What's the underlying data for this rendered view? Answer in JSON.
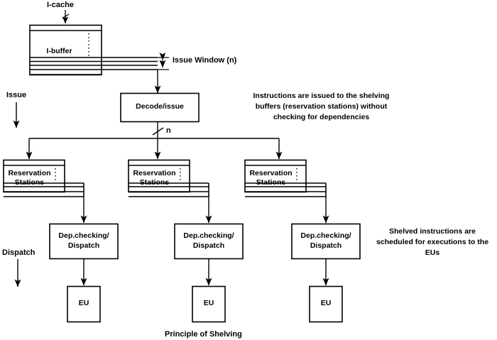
{
  "diagram": {
    "caption": "Principle of Shelving",
    "labels": {
      "icache": "I-cache",
      "ibuffer": "I-buffer",
      "issue_window": "Issue Window (n)",
      "issue": "Issue",
      "dispatch": "Dispatch",
      "decode_issue": "Decode/issue",
      "bus_width": "n"
    },
    "reservation_stations": [
      {
        "line1": "Reservation",
        "line2": "Stations"
      },
      {
        "line1": "Reservation",
        "line2": "Stations"
      },
      {
        "line1": "Reservation",
        "line2": "Stations"
      }
    ],
    "dep_checking": [
      {
        "line1": "Dep.checking/",
        "line2": "Dispatch"
      },
      {
        "line1": "Dep.checking/",
        "line2": "Dispatch"
      },
      {
        "line1": "Dep.checking/",
        "line2": "Dispatch"
      }
    ],
    "execution_units": [
      {
        "label": "EU"
      },
      {
        "label": "EU"
      },
      {
        "label": "EU"
      }
    ],
    "annotations": {
      "issue_note": "Instructions are issued to the shelving\nbuffers (reservation stations) without\nchecking for dependencies",
      "dispatch_note": "Shelved instructions are\nscheduled for executions to the EUs"
    },
    "colors": {
      "stroke": "#000000",
      "fill": "#ffffff",
      "text": "#000000"
    }
  }
}
